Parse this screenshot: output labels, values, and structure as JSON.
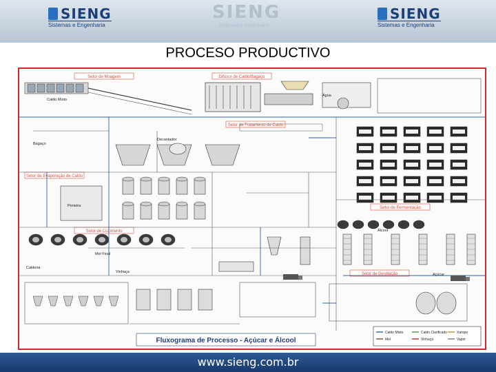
{
  "header": {
    "logo_left": {
      "name": "SIENG",
      "tagline": "Sistemas e Engenharia"
    },
    "logo_center_watermark": {
      "name": "SIENG",
      "tagline": "Sistemas e Engenharia"
    },
    "logo_right": {
      "name": "SIENG",
      "tagline": "Sistemas e Engenharia"
    }
  },
  "slide": {
    "title": "PROCESO PRODUCTIVO"
  },
  "diagram": {
    "caption": "Fluxograma de Processo - Açúcar e Álcool",
    "sections": [
      "Setor de Moagem",
      "Difusor de Caldo/Bagaço",
      "Setor de Tratamento de Caldo",
      "Setor de Evaporação de Caldo",
      "Setor de Cozimento",
      "Setor de Fermentação",
      "Setor de Destilação"
    ],
    "labels": [
      "Açúcar",
      "Álcool",
      "Vinhaça",
      "Mel Final",
      "Caldo Misto",
      "Bagaço",
      "Água",
      "Caldeira",
      "Decantador",
      "Peneira"
    ],
    "legend_items": [
      "Caldo Misto",
      "Caldo Clarificado",
      "Xarope",
      "Mel",
      "Vinhaça",
      "Vapor"
    ]
  },
  "footer": {
    "url": "www.sieng.com.br"
  },
  "colors": {
    "header_bg": "#c7d2de",
    "brand_blue": "#1c3f78",
    "footer_bg": "#1f4a82",
    "diagram_border": "#cc2b2b",
    "section_tag": "#d84a3a"
  }
}
